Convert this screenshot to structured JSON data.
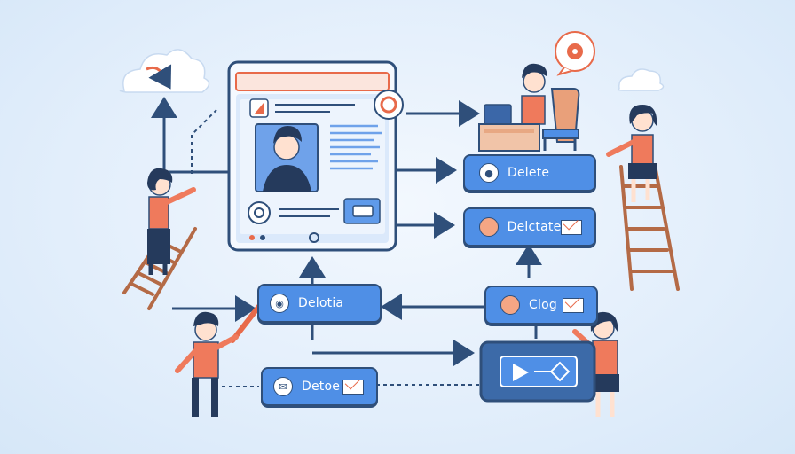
{
  "nodes": {
    "delete": "Delete",
    "deletate": "Delctate",
    "deleta": "Delotia",
    "clog": "Clog",
    "detoe": "Detoe"
  },
  "colors": {
    "button": "#4f8fe6",
    "outline": "#2f4f7a",
    "accent": "#e86a4a",
    "shirt": "#ef7a5c"
  }
}
